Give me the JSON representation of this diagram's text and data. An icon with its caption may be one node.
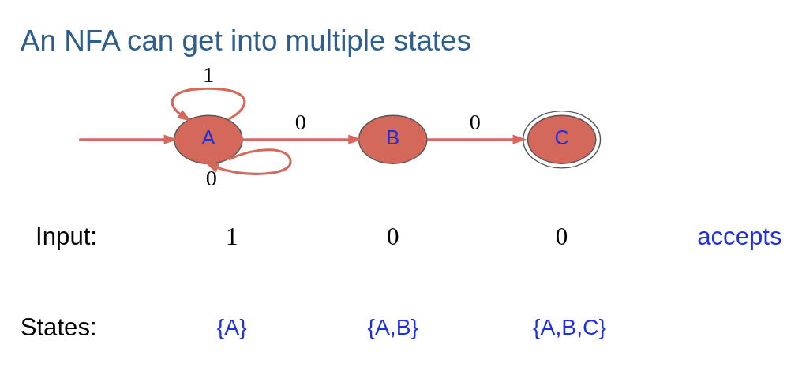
{
  "diagram": {
    "title": "An NFA can get into multiple states",
    "nodes": [
      {
        "text": [
          "A"
        ]
      },
      {
        "text": [
          "B"
        ]
      },
      {
        "text": [
          "C"
        ]
      }
    ],
    "edges": [
      {
        "from": null,
        "to": 0,
        "arrow": "to"
      },
      {
        "from": 0,
        "to": 0,
        "arrow": "to",
        "label": "1"
      },
      {
        "from": 0,
        "to": 0,
        "arrow": "to",
        "label": "0"
      },
      {
        "from": 0,
        "to": 1,
        "arrow": "to",
        "label": "0"
      },
      {
        "from": 1,
        "to": 2,
        "arrow": "to",
        "label": "0"
      }
    ],
    "labels": [
      "Input:",
      "1",
      "0",
      "0",
      "accepts",
      "States:",
      "{A}",
      "{A,B}",
      "{A,B,C}"
    ]
  }
}
